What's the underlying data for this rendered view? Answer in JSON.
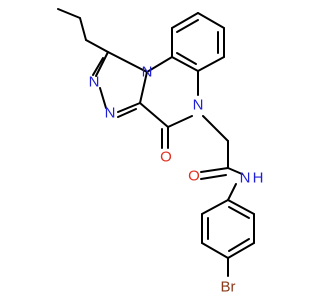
{
  "molecule": {
    "labels": {
      "n_triazole_top": "N",
      "n_triazole_left": "N",
      "n_triazole_mid": "N",
      "n_ring_amide": "N",
      "o_ring_carbonyl": "O",
      "o_amide": "O",
      "nh_amide": "N",
      "h_amide": "H",
      "br": "Br"
    },
    "colors": {
      "nitrogen": "#1f1fd6",
      "oxygen": "#e03020",
      "bromine": "#8a3a1a",
      "carbon": "#000000",
      "background": "#ffffff"
    }
  }
}
